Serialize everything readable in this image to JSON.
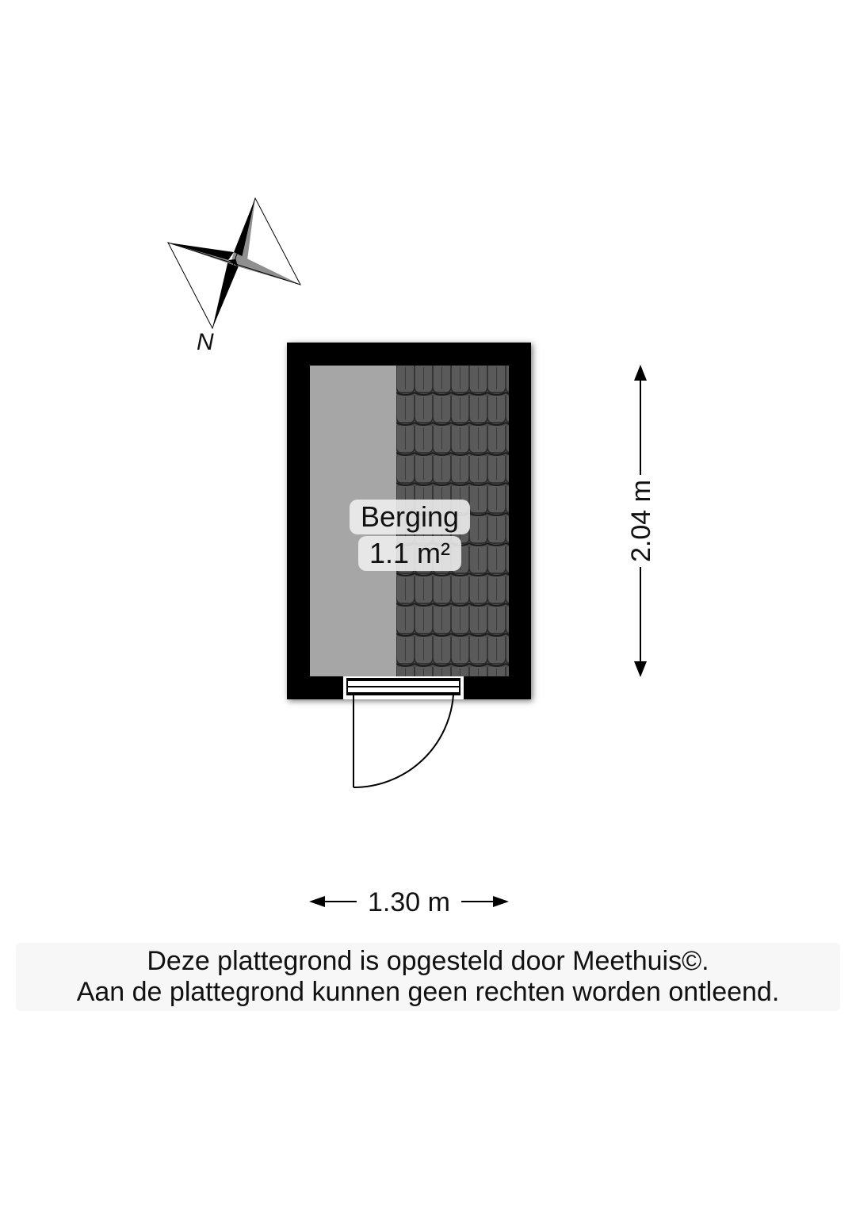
{
  "room": {
    "name": "Berging",
    "area": "1.1 m²"
  },
  "dimensions": {
    "width": "1.30 m",
    "depth": "2.04 m"
  },
  "compass": {
    "north_label": "N"
  },
  "disclaimer": {
    "line1": "Deze plattegrond is opgesteld door Meethuis©.",
    "line2": "Aan de plattegrond kunnen geen rechten worden ontleend."
  },
  "colors": {
    "wall": "#000000",
    "floor": "#a6a6a6",
    "roof_tiles": "#4a4a4a",
    "text": "#111111"
  },
  "icons": [
    "compass-rose-icon",
    "roof-tiles-pattern",
    "door-swing-icon",
    "dimension-arrow-icon"
  ]
}
